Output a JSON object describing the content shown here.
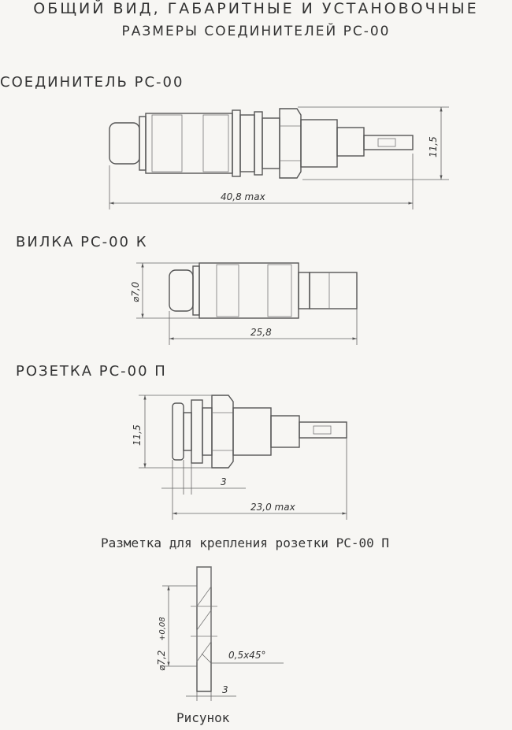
{
  "title": {
    "line1": "ОБЩИЙ ВИД, ГАБАРИТНЫЕ И УСТАНОВОЧНЫЕ",
    "line2": "РАЗМЕРЫ СОЕДИНИТЕЛЕЙ РС-00"
  },
  "sections": {
    "connector": {
      "heading": "СОЕДИНИТЕЛЬ РС-00",
      "length_dim": "40,8 max",
      "height_dim": "11,5"
    },
    "plug": {
      "heading": "ВИЛКА РС-00 К",
      "length_dim": "25,8",
      "diameter_dim": "⌀7,0"
    },
    "socket": {
      "heading": "РОЗЕТКА РС-00 П",
      "height_dim": "11,5",
      "small_dim": "3",
      "length_dim": "23,0 max"
    },
    "marking": {
      "caption": "Разметка для крепления розетки РС-00 П",
      "diameter_dim": "⌀7,2",
      "tolerance": "+0,08",
      "chamfer_dim": "0,5x45°",
      "small_dim": "3",
      "figure_label": "Рисунок"
    }
  }
}
